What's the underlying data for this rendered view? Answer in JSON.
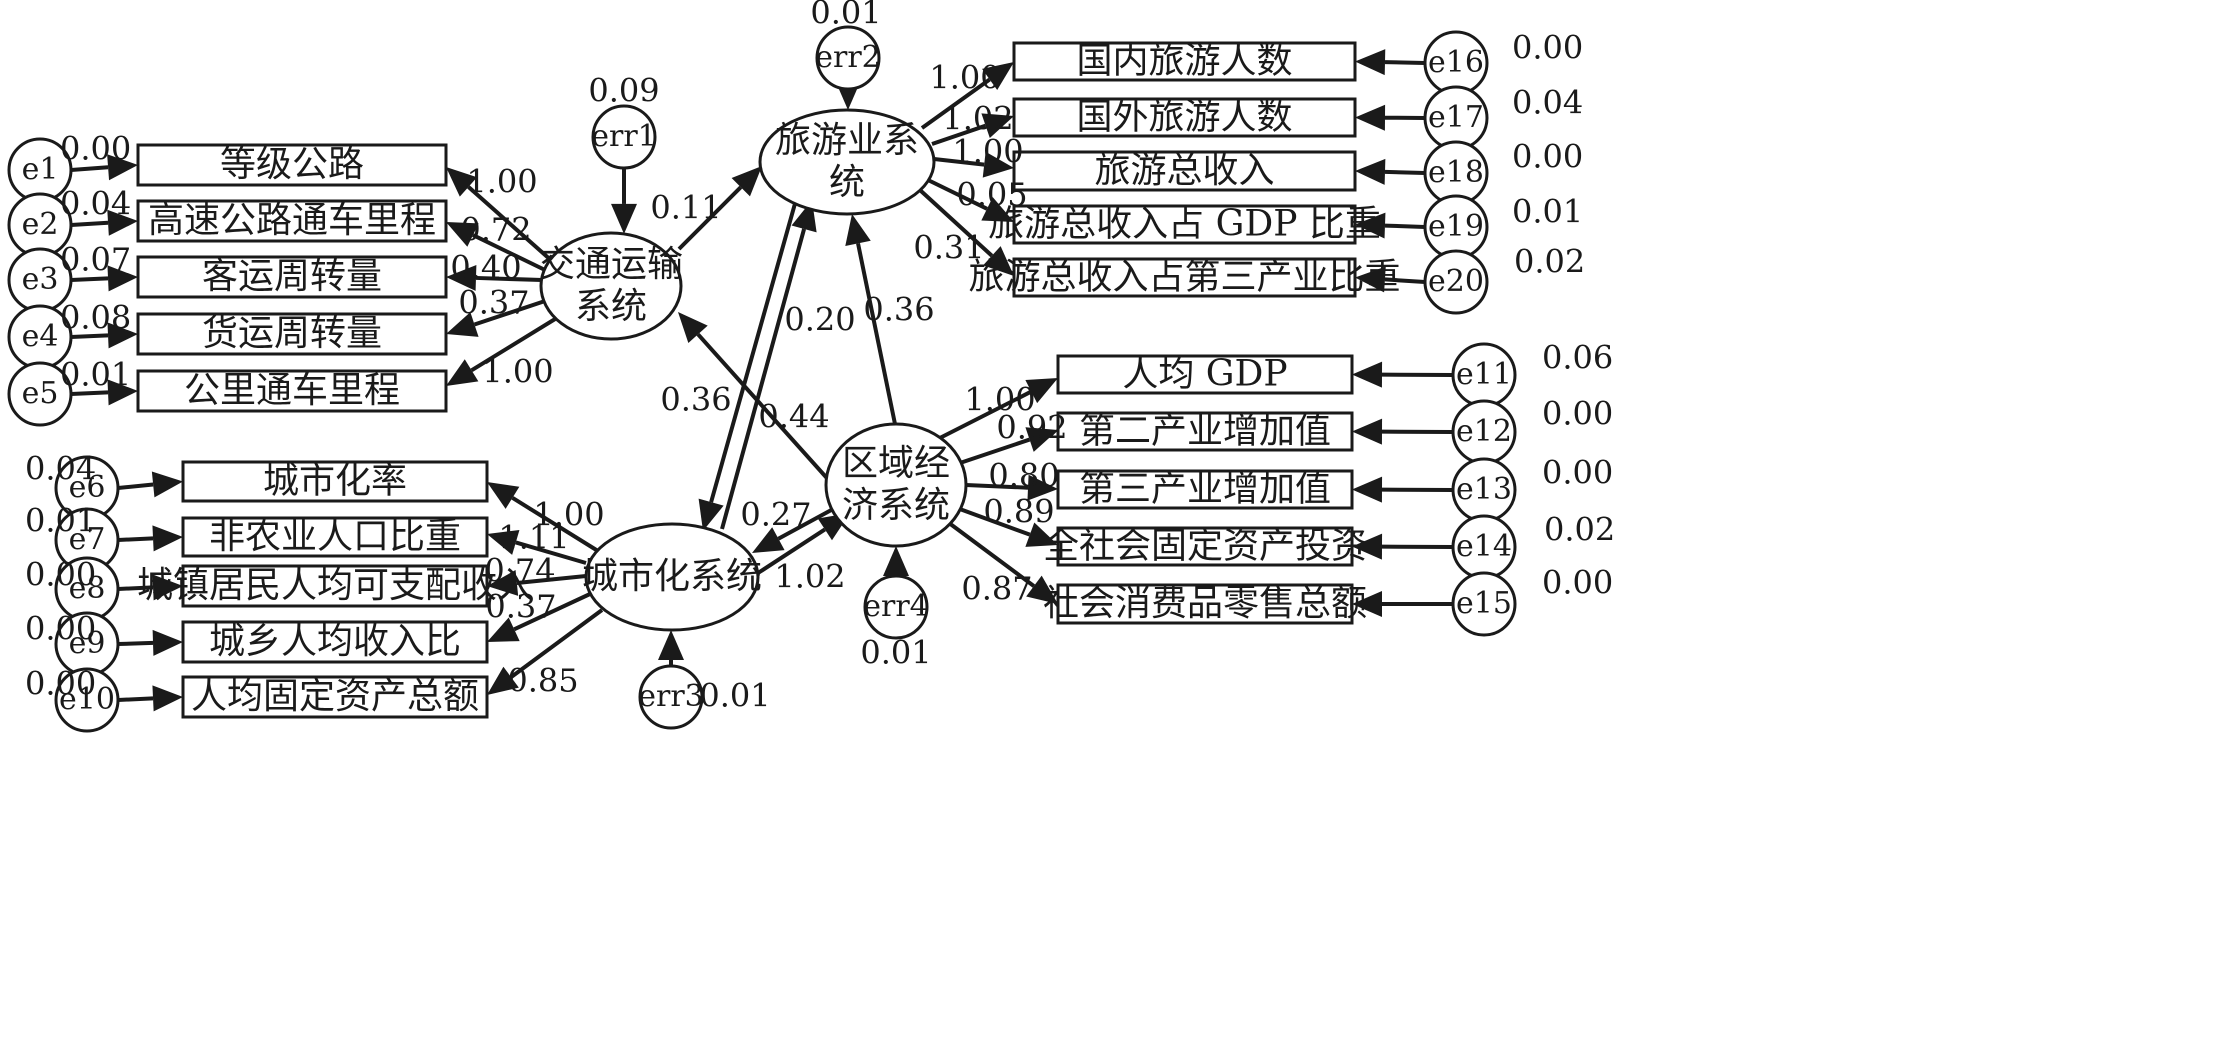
{
  "boxes": [
    {
      "id": "b_e1",
      "text": "等级公路"
    },
    {
      "id": "b_e2",
      "text": "高速公路通车里程"
    },
    {
      "id": "b_e3",
      "text": "客运周转量"
    },
    {
      "id": "b_e4",
      "text": "货运周转量"
    },
    {
      "id": "b_e5",
      "text": "公里通车里程"
    },
    {
      "id": "b_e6",
      "text": "城市化率"
    },
    {
      "id": "b_e7",
      "text": "非农业人口比重"
    },
    {
      "id": "b_e8",
      "text": "城镇居民人均可支配收入"
    },
    {
      "id": "b_e9",
      "text": "城乡人均收入比"
    },
    {
      "id": "b_e10",
      "text": "人均固定资产总额"
    },
    {
      "id": "b_e16",
      "text": "国内旅游人数"
    },
    {
      "id": "b_e17",
      "text": "国外旅游人数"
    },
    {
      "id": "b_e18",
      "text": "旅游总收入"
    },
    {
      "id": "b_e19",
      "text": "旅游总收入占 GDP 比重"
    },
    {
      "id": "b_e20",
      "text": "旅游总收入占第三产业比重"
    },
    {
      "id": "b_e11",
      "text": "人均 GDP"
    },
    {
      "id": "b_e12",
      "text": "第二产业增加值"
    },
    {
      "id": "b_e13",
      "text": "第三产业增加值"
    },
    {
      "id": "b_e14",
      "text": "全社会固定资产投资"
    },
    {
      "id": "b_e15",
      "text": "社会消费品零售总额"
    }
  ],
  "latents": [
    {
      "id": "transport",
      "lines": [
        "交通运输",
        "系统"
      ]
    },
    {
      "id": "tourism",
      "lines": [
        "旅游业系",
        "统"
      ]
    },
    {
      "id": "urban",
      "lines": [
        "城市化系统"
      ]
    },
    {
      "id": "economy",
      "lines": [
        "区域经",
        "济系统"
      ]
    }
  ],
  "errors": [
    {
      "id": "e1",
      "label": "e1",
      "variance": "0.00"
    },
    {
      "id": "e2",
      "label": "e2",
      "variance": "0.04"
    },
    {
      "id": "e3",
      "label": "e3",
      "variance": "0.07"
    },
    {
      "id": "e4",
      "label": "e4",
      "variance": "0.08"
    },
    {
      "id": "e5",
      "label": "e5",
      "variance": "0.01"
    },
    {
      "id": "e6",
      "label": "e6",
      "variance": "0.04"
    },
    {
      "id": "e7",
      "label": "e7",
      "variance": "0.01"
    },
    {
      "id": "e8",
      "label": "e8",
      "variance": "0.00"
    },
    {
      "id": "e9",
      "label": "e9",
      "variance": "0.00"
    },
    {
      "id": "e10",
      "label": "e10",
      "variance": "0.00"
    },
    {
      "id": "e16",
      "label": "e16",
      "variance": "0.00"
    },
    {
      "id": "e17",
      "label": "e17",
      "variance": "0.04"
    },
    {
      "id": "e18",
      "label": "e18",
      "variance": "0.00"
    },
    {
      "id": "e19",
      "label": "e19",
      "variance": "0.01"
    },
    {
      "id": "e20",
      "label": "e20",
      "variance": "0.02"
    },
    {
      "id": "e11",
      "label": "e11",
      "variance": "0.06"
    },
    {
      "id": "e12",
      "label": "e12",
      "variance": "0.00"
    },
    {
      "id": "e13",
      "label": "e13",
      "variance": "0.00"
    },
    {
      "id": "e14",
      "label": "e14",
      "variance": "0.02"
    },
    {
      "id": "e15",
      "label": "e15",
      "variance": "0.00"
    },
    {
      "id": "err1",
      "label": "err1",
      "variance": "0.09"
    },
    {
      "id": "err2",
      "label": "err2",
      "variance": "0.01"
    },
    {
      "id": "err3",
      "label": "err3",
      "variance": "0.01"
    },
    {
      "id": "err4",
      "label": "err4",
      "variance": "0.01"
    }
  ],
  "paths": [
    {
      "from": "transport",
      "to": "b_e1",
      "coef": "1.00"
    },
    {
      "from": "transport",
      "to": "b_e2",
      "coef": "0.72"
    },
    {
      "from": "transport",
      "to": "b_e3",
      "coef": "0.40"
    },
    {
      "from": "transport",
      "to": "b_e4",
      "coef": "0.37"
    },
    {
      "from": "transport",
      "to": "b_e5",
      "coef": "1.00"
    },
    {
      "from": "urban",
      "to": "b_e6",
      "coef": "1.00"
    },
    {
      "from": "urban",
      "to": "b_e7",
      "coef": "1.11"
    },
    {
      "from": "urban",
      "to": "b_e8",
      "coef": "0.74"
    },
    {
      "from": "urban",
      "to": "b_e9",
      "coef": "0.37"
    },
    {
      "from": "urban",
      "to": "b_e10",
      "coef": "0.85"
    },
    {
      "from": "tourism",
      "to": "b_e16",
      "coef": "1.00"
    },
    {
      "from": "tourism",
      "to": "b_e17",
      "coef": "1.02"
    },
    {
      "from": "tourism",
      "to": "b_e18",
      "coef": "1.00"
    },
    {
      "from": "tourism",
      "to": "b_e19",
      "coef": "0.05"
    },
    {
      "from": "tourism",
      "to": "b_e20",
      "coef": "0.31"
    },
    {
      "from": "economy",
      "to": "b_e11",
      "coef": "1.00"
    },
    {
      "from": "economy",
      "to": "b_e12",
      "coef": "0.92"
    },
    {
      "from": "economy",
      "to": "b_e13",
      "coef": "0.80"
    },
    {
      "from": "economy",
      "to": "b_e14",
      "coef": "0.89"
    },
    {
      "from": "economy",
      "to": "b_e15",
      "coef": "0.87"
    },
    {
      "from": "transport",
      "to": "tourism",
      "coef": "0.11"
    },
    {
      "from": "tourism",
      "to": "urban",
      "coef": "0.36"
    },
    {
      "from": "urban",
      "to": "tourism",
      "coef": "0.20"
    },
    {
      "from": "economy",
      "to": "tourism",
      "coef": "0.36"
    },
    {
      "from": "economy",
      "to": "transport",
      "coef": "0.44"
    },
    {
      "from": "urban",
      "to": "economy",
      "coef": "1.02"
    },
    {
      "from": "economy",
      "to": "urban",
      "coef": "0.27"
    }
  ]
}
